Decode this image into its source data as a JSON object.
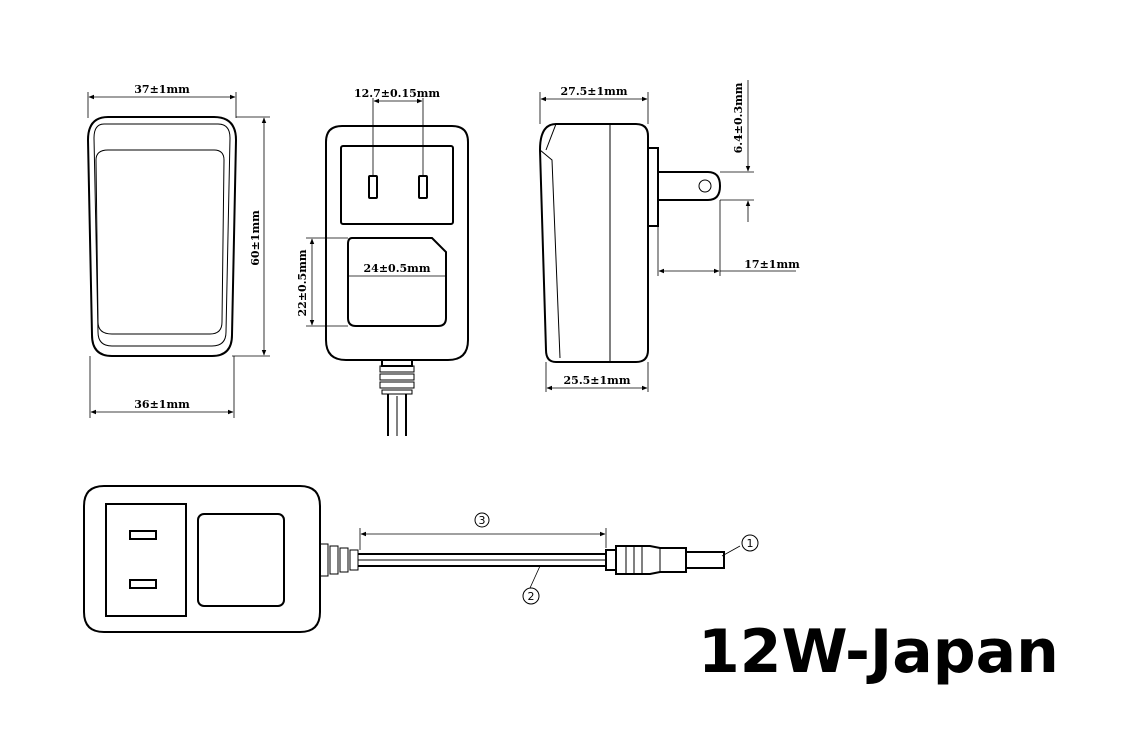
{
  "title": "12W-Japan",
  "dimensions": {
    "front_top_width": "37±1mm",
    "front_bottom_width": "36±1mm",
    "front_height": "60±1mm",
    "pin_spacing": "12.7±0.15mm",
    "label_width": "24±0.5mm",
    "label_height": "22±0.5mm",
    "side_top_depth": "27.5±1mm",
    "side_bottom_depth": "25.5±1mm",
    "pin_width": "6.4±0.3mm",
    "pin_length": "17±1mm"
  },
  "callouts": {
    "dc_plug": "1",
    "cable": "2",
    "cable_length": "3"
  }
}
